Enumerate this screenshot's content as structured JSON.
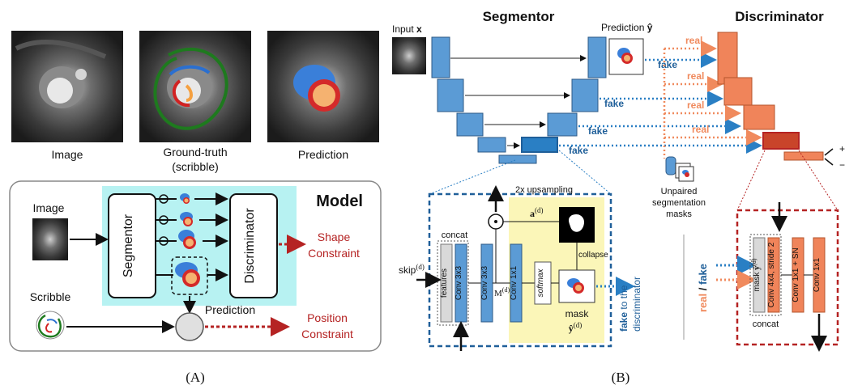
{
  "panel_a": {
    "images": [
      {
        "caption": "Image"
      },
      {
        "caption": "Ground-truth",
        "caption2": "(scribble)"
      },
      {
        "caption": "Prediction"
      }
    ],
    "model": {
      "title": "Model",
      "image_label": "Image",
      "scribble_label": "Scribble",
      "segmentor_label": "Segmentor",
      "discriminator_label": "Discriminator",
      "prediction_label": "Prediction",
      "shape_constraint": [
        "Shape",
        "Constraint"
      ],
      "position_constraint": [
        "Position",
        "Constraint"
      ]
    },
    "panel_label": "(A)"
  },
  "panel_b": {
    "segmentor_title": "Segmentor",
    "discriminator_title": "Discriminator",
    "input_label": "Input",
    "input_var": "x",
    "prediction_label": "Prediction",
    "prediction_var": "ŷ",
    "real_label": "real",
    "fake_label": "fake",
    "plus": "+",
    "minus": "−",
    "unpaired_label": [
      "Unpaired",
      "segmentation",
      "masks"
    ],
    "upsampling_label": "2x upsampling",
    "attention_label": "a",
    "attention_sup": "(d)",
    "concat_label": "concat",
    "skip_label": "skip",
    "skip_sup": "(d)",
    "features_label": "features",
    "conv3_a": "Conv 3x3",
    "conv3_b": "Conv 3x3",
    "m_label": "M",
    "m_sup": "(d)",
    "conv1_label": "Conv 1x1",
    "softmax_label": "softmax",
    "collapse_label": "collapse",
    "mask_label": "mask",
    "mask_var": "ŷ",
    "mask_sup": "(d)",
    "fake_to": "fake",
    "to_the": "to the",
    "discriminator_word": "discriminator",
    "disc_real": "real",
    "disc_slash": " / ",
    "disc_fake": "fake",
    "disc_mask": "mask",
    "disc_mask_var": "ŷ",
    "disc_mask_sup": "(d)",
    "disc_conv4": "Conv 4x4, stride 2",
    "disc_conv_sn": "Conv 1x1 + SN",
    "disc_conv1": "Conv 1x1",
    "disc_concat": "concat",
    "panel_label": "(B)"
  },
  "colors": {
    "seg_blue": "#5b9bd5",
    "disc_orange": "#f0845a",
    "dark_blue": "#1f5f99",
    "real_orange": "#f08a5d",
    "red": "#c0282b",
    "cyan_bg": "#b7f2f2",
    "yellow_bg": "#fbf6b8"
  }
}
